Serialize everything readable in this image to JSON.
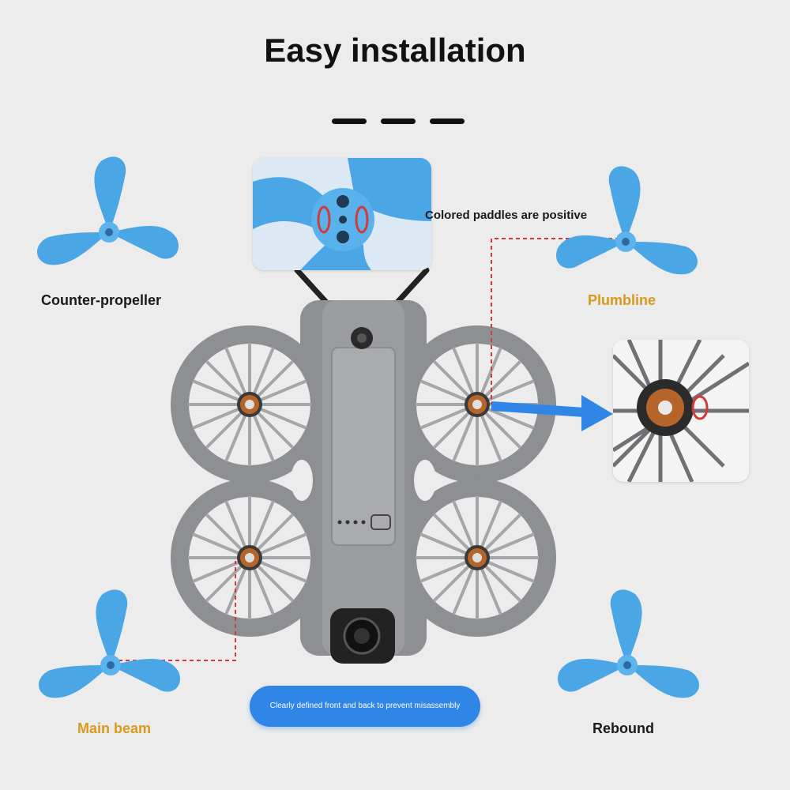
{
  "header": {
    "title": "Easy installation"
  },
  "callout": {
    "text": "Colored paddles are positive"
  },
  "labels": {
    "counter_propeller": "Counter-propeller",
    "plumbline": "Plumbline",
    "main_beam": "Main beam",
    "rebound": "Rebound"
  },
  "footer": {
    "note": "Clearly defined front and back to prevent misassembly"
  },
  "colors": {
    "propeller_blue": "#4aa6e4",
    "accent_gold": "#d89a1c",
    "guide_red": "#d23a3a",
    "pill_blue": "#2f86e6",
    "drone_gray": "#8d8f92"
  }
}
